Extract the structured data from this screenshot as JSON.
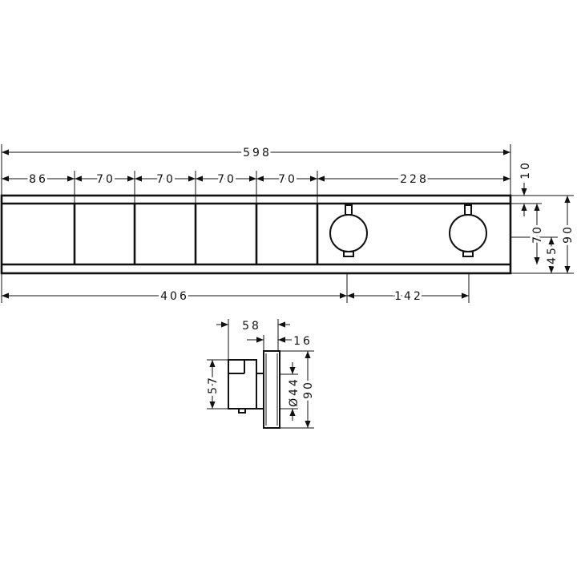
{
  "front_view": {
    "overall_width": "598",
    "segments": [
      "86",
      "70",
      "70",
      "70",
      "70",
      "228"
    ],
    "knob_offset_left": "406",
    "knob_spacing": "142",
    "top_strip": "10",
    "module_height": "70",
    "knob_center_height": "45",
    "overall_height": "90"
  },
  "side_view": {
    "depth": "58",
    "plate_thickness": "16",
    "body_height": "57",
    "knob_diameter": "Ø44",
    "overall_height": "90"
  }
}
